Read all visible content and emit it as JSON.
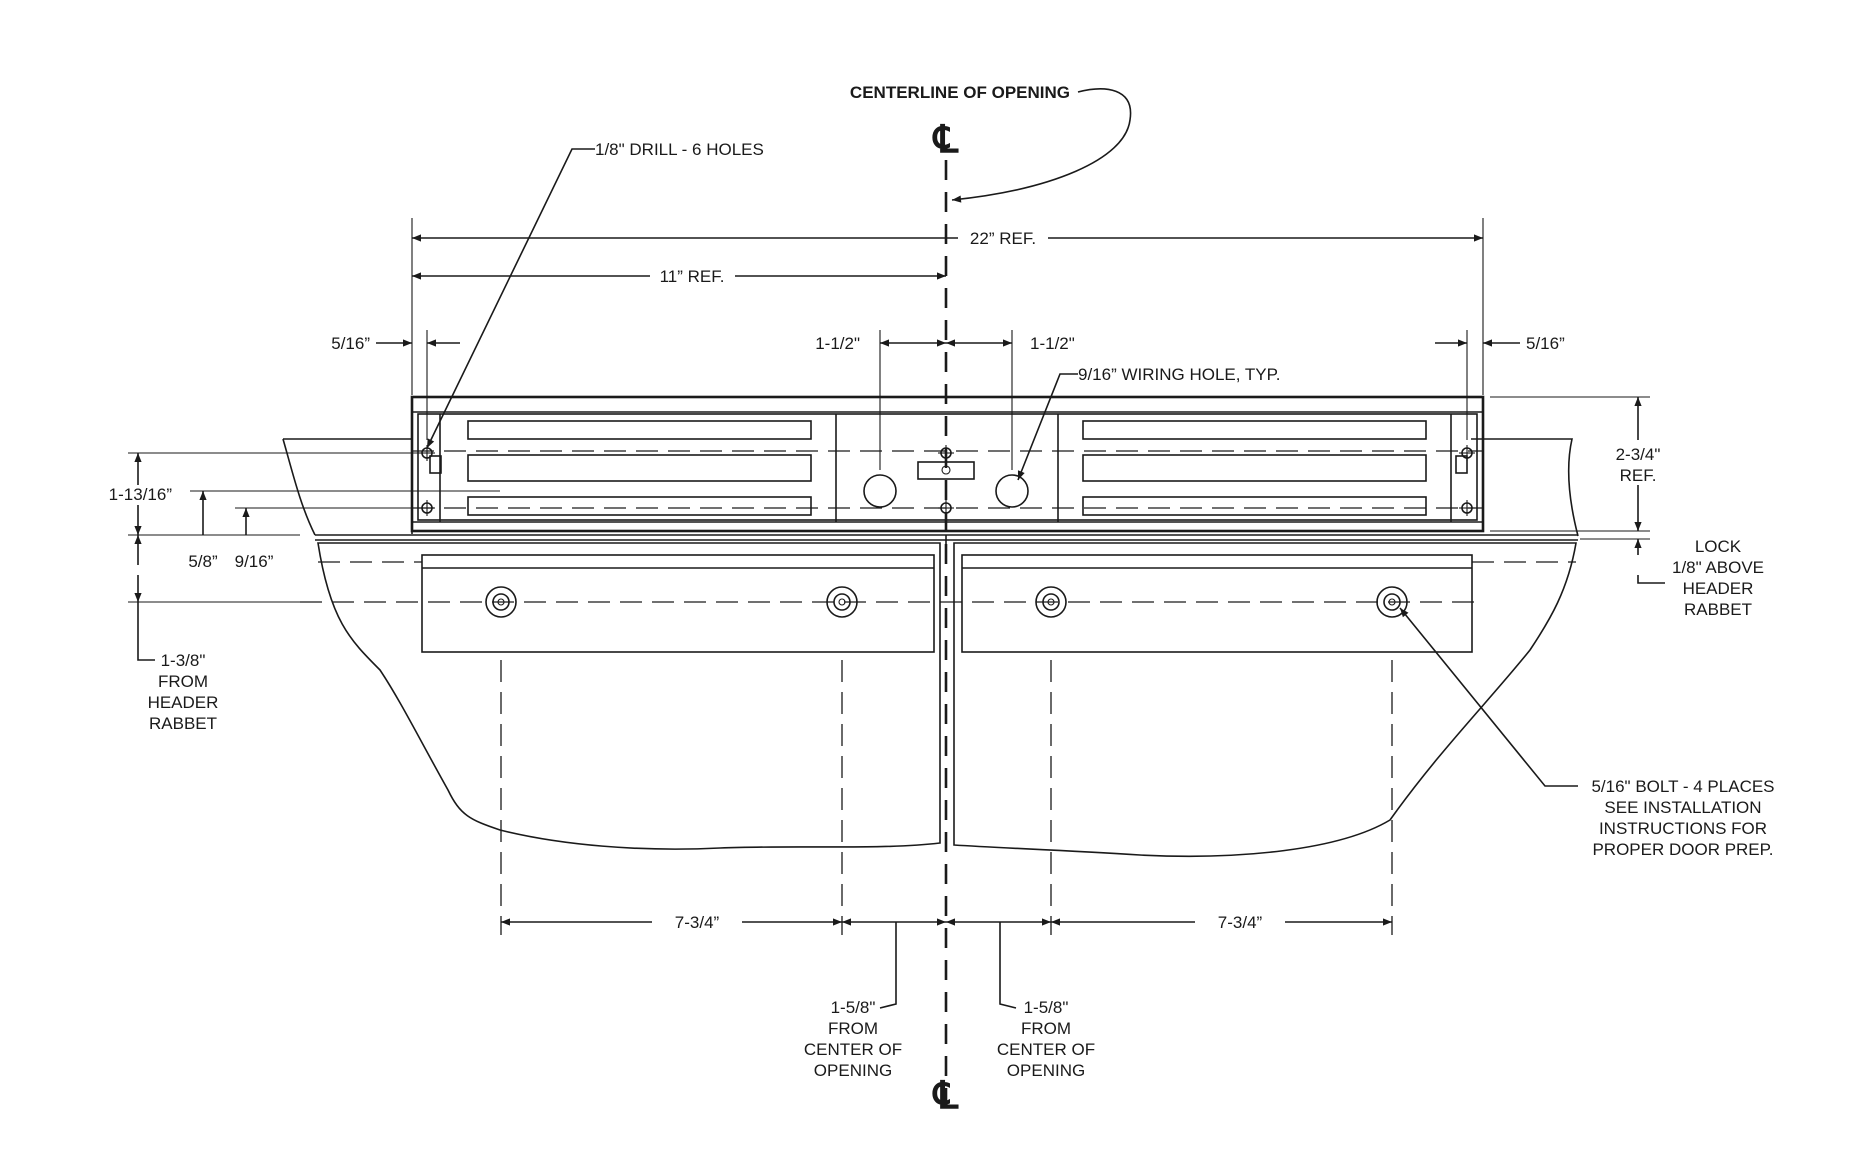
{
  "labels": {
    "centerline": "CENTERLINE OF OPENING",
    "cl_symbol": "℄",
    "drill": "1/8\" DRILL -  6 HOLES",
    "overall_width": "22” REF.",
    "half_width": "11” REF.",
    "edge_left": "5/16”",
    "edge_right": "5/16”",
    "wire_left": "1-1/2\"",
    "wire_right": "1-1/2\"",
    "wiring_hole": "9/16” WIRING HOLE, TYP.",
    "height_ref_1": "2-3/4\"",
    "height_ref_2": "REF.",
    "lock_1": "LOCK",
    "lock_2": "1/8\" ABOVE",
    "lock_3": "HEADER",
    "lock_4": "RABBET",
    "dim_1_13_16": "1-13/16”",
    "dim_5_8": "5/8”",
    "dim_9_16": "9/16”",
    "hdr_1": "1-3/8\"",
    "hdr_2": "FROM",
    "hdr_3": "HEADER",
    "hdr_4": "RABBET",
    "bolt_1": "5/16\" BOLT -  4 PLACES",
    "bolt_2": "SEE INSTALLATION",
    "bolt_3": "INSTRUCTIONS FOR",
    "bolt_4": "PROPER DOOR PREP.",
    "bolt_span_left": "7-3/4”",
    "bolt_span_right": "7-3/4”",
    "center_left_1": "1-5/8\"",
    "center_left_2": "FROM",
    "center_left_3": "CENTER OF",
    "center_left_4": "OPENING",
    "center_right_1": "1-5/8\"",
    "center_right_2": "FROM",
    "center_right_3": "CENTER OF",
    "center_right_4": "OPENING"
  }
}
